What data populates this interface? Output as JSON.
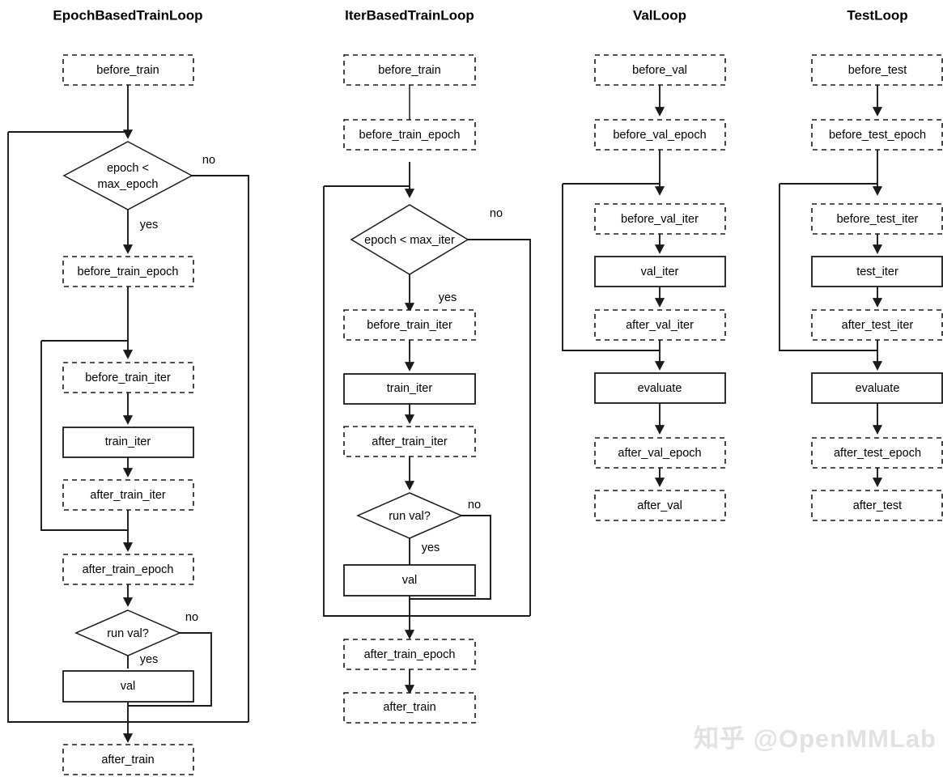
{
  "diagram": {
    "title_row": [
      "EpochBasedTrainLoop",
      "IterBasedTrainLoop",
      "ValLoop",
      "TestLoop"
    ],
    "colors": {
      "stroke": "#1a1a1a",
      "background": "#ffffff",
      "text": "#000000",
      "watermark": "#e2e2e2"
    },
    "edge_labels": {
      "yes": "yes",
      "no": "no"
    }
  },
  "columns": [
    {
      "id": "epoch-based-train-loop",
      "title": "EpochBasedTrainLoop",
      "nodes": [
        {
          "id": "before_train",
          "label": "before_train",
          "shape": "dashed-box"
        },
        {
          "id": "epoch_lt_max_epoch",
          "label": "epoch < max_epoch",
          "shape": "diamond",
          "line1": "epoch <",
          "line2": "max_epoch"
        },
        {
          "id": "before_train_epoch",
          "label": "before_train_epoch",
          "shape": "dashed-box"
        },
        {
          "id": "before_train_iter",
          "label": "before_train_iter",
          "shape": "dashed-box"
        },
        {
          "id": "train_iter",
          "label": "train_iter",
          "shape": "solid-box"
        },
        {
          "id": "after_train_iter",
          "label": "after_train_iter",
          "shape": "dashed-box"
        },
        {
          "id": "after_train_epoch",
          "label": "after_train_epoch",
          "shape": "dashed-box"
        },
        {
          "id": "run_val",
          "label": "run val?",
          "shape": "diamond"
        },
        {
          "id": "val",
          "label": "val",
          "shape": "solid-box"
        },
        {
          "id": "after_train",
          "label": "after_train",
          "shape": "dashed-box"
        }
      ]
    },
    {
      "id": "iter-based-train-loop",
      "title": "IterBasedTrainLoop",
      "nodes": [
        {
          "id": "before_train",
          "label": "before_train",
          "shape": "dashed-box"
        },
        {
          "id": "before_train_epoch",
          "label": "before_train_epoch",
          "shape": "dashed-box"
        },
        {
          "id": "epoch_lt_max_iter",
          "label": "epoch < max_iter",
          "shape": "diamond"
        },
        {
          "id": "before_train_iter",
          "label": "before_train_iter",
          "shape": "dashed-box"
        },
        {
          "id": "train_iter",
          "label": "train_iter",
          "shape": "solid-box"
        },
        {
          "id": "after_train_iter",
          "label": "after_train_iter",
          "shape": "dashed-box"
        },
        {
          "id": "run_val",
          "label": "run val?",
          "shape": "diamond"
        },
        {
          "id": "val",
          "label": "val",
          "shape": "solid-box"
        },
        {
          "id": "after_train_epoch",
          "label": "after_train_epoch",
          "shape": "dashed-box"
        },
        {
          "id": "after_train",
          "label": "after_train",
          "shape": "dashed-box"
        }
      ]
    },
    {
      "id": "val-loop",
      "title": "ValLoop",
      "nodes": [
        {
          "id": "before_val",
          "label": "before_val",
          "shape": "dashed-box"
        },
        {
          "id": "before_val_epoch",
          "label": "before_val_epoch",
          "shape": "dashed-box"
        },
        {
          "id": "before_val_iter",
          "label": "before_val_iter",
          "shape": "dashed-box"
        },
        {
          "id": "val_iter",
          "label": "val_iter",
          "shape": "solid-box"
        },
        {
          "id": "after_val_iter",
          "label": "after_val_iter",
          "shape": "dashed-box"
        },
        {
          "id": "evaluate",
          "label": "evaluate",
          "shape": "solid-box"
        },
        {
          "id": "after_val_epoch",
          "label": "after_val_epoch",
          "shape": "dashed-box"
        },
        {
          "id": "after_val",
          "label": "after_val",
          "shape": "dashed-box"
        }
      ]
    },
    {
      "id": "test-loop",
      "title": "TestLoop",
      "nodes": [
        {
          "id": "before_test",
          "label": "before_test",
          "shape": "dashed-box"
        },
        {
          "id": "before_test_epoch",
          "label": "before_test_epoch",
          "shape": "dashed-box"
        },
        {
          "id": "before_test_iter",
          "label": "before_test_iter",
          "shape": "dashed-box"
        },
        {
          "id": "test_iter",
          "label": "test_iter",
          "shape": "solid-box"
        },
        {
          "id": "after_test_iter",
          "label": "after_test_iter",
          "shape": "dashed-box"
        },
        {
          "id": "evaluate",
          "label": "evaluate",
          "shape": "solid-box"
        },
        {
          "id": "after_test_epoch",
          "label": "after_test_epoch",
          "shape": "dashed-box"
        },
        {
          "id": "after_test",
          "label": "after_test",
          "shape": "dashed-box"
        }
      ]
    }
  ],
  "watermark": {
    "text": "知乎 @OpenMMLab"
  }
}
